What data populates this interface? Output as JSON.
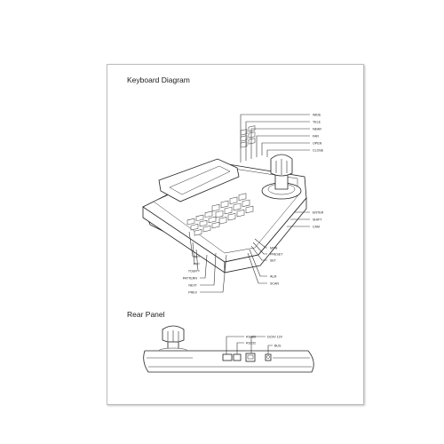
{
  "page": {
    "keyboard_title": "Keyboard Diagram",
    "rear_title": "Rear Panel"
  },
  "keyboard_callouts_right": [
    "WIDE",
    "TELE",
    "NEAR",
    "FAR",
    "OPEN",
    "CLOSE",
    "ENTER",
    "SHIFT",
    "CAM",
    "MON",
    "PRESET",
    "SET",
    "ALM",
    "SCAN"
  ],
  "keyboard_callouts_left": [
    "F2",
    "F1",
    "TOUR",
    "PATTERN",
    "NEXT",
    "PREV"
  ],
  "rear_callouts": [
    "RS485",
    "RS232",
    "DC9V 12V",
    "BUS"
  ]
}
